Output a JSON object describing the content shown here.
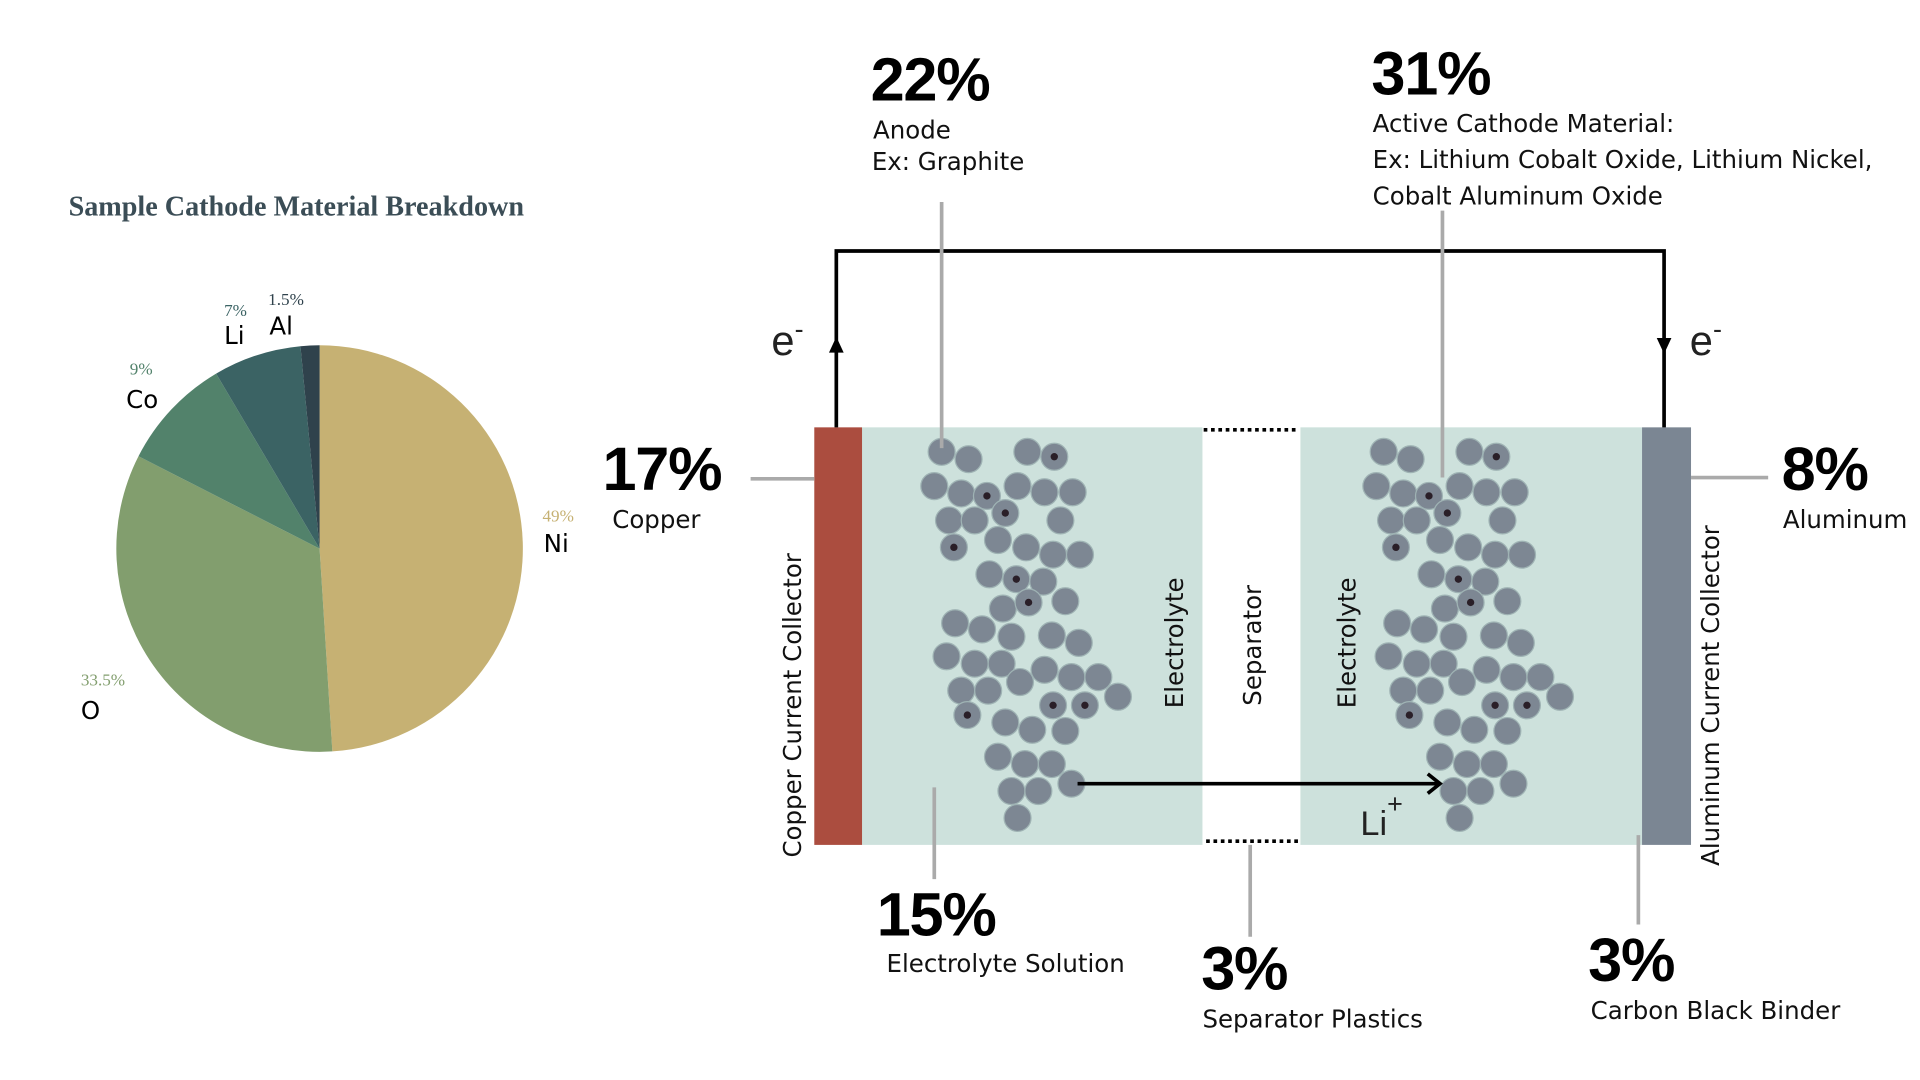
{
  "chart_data": {
    "type": "pie",
    "title": "Sample Cathode Material Breakdown",
    "slices": [
      {
        "label": "Ni",
        "value": 49,
        "value_label": "49%",
        "color": "#c6b173"
      },
      {
        "label": "O",
        "value": 33.5,
        "value_label": "33.5%",
        "color": "#829e6e"
      },
      {
        "label": "Co",
        "value": 9,
        "value_label": "9%",
        "color": "#52826b"
      },
      {
        "label": "Li",
        "value": 7,
        "value_label": "7%",
        "color": "#3b6364"
      },
      {
        "label": "Al",
        "value": 1.5,
        "value_label": "1.5%",
        "color": "#2f424c"
      }
    ]
  },
  "battery": {
    "anode": {
      "pct": "22%",
      "name": "Anode",
      "example": "Ex: Graphite"
    },
    "cathode": {
      "pct": "31%",
      "name": "Active Cathode Material:",
      "example1": "Ex: Lithium Cobalt Oxide,  Lithium Nickel,",
      "example2": "Cobalt Aluminum Oxide"
    },
    "copper": {
      "pct": "17%",
      "name": "Copper"
    },
    "aluminum": {
      "pct": "8%",
      "name": "Aluminum"
    },
    "electrolyte": {
      "pct": "15%",
      "name": "Electrolyte Solution"
    },
    "separator": {
      "pct": "3%",
      "name": "Separator Plastics"
    },
    "binder": {
      "pct": "3%",
      "name": "Carbon Black Binder"
    },
    "inner_labels": {
      "copper_collector": "Copper Current Collector",
      "electrolyte_left": "Electrolyte",
      "separator": "Separator",
      "electrolyte_right": "Electrolyte",
      "aluminum_collector": "Aluminum Current Collector"
    },
    "electron": "e",
    "electron_sign": "-",
    "lithium_ion": "Li",
    "lithium_sign": "+",
    "colors": {
      "copper": "#ab4d3f",
      "electrolyte": "#cde1dc",
      "aluminum": "#7b8693",
      "particle": "#7d8793"
    }
  }
}
